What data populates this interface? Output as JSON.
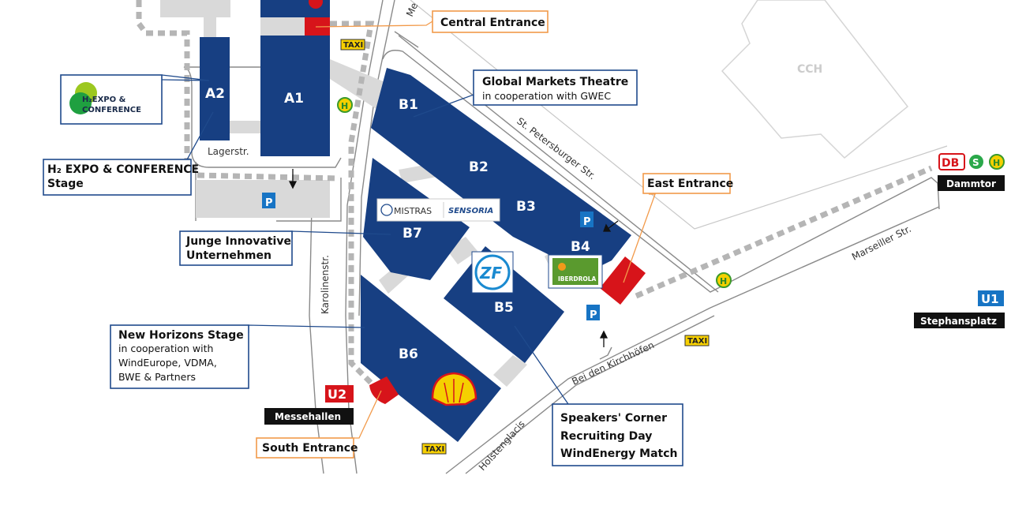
{
  "halls": {
    "a1": "A1",
    "a2": "A2",
    "b1": "B1",
    "b2": "B2",
    "b3": "B3",
    "b4": "B4",
    "b5": "B5",
    "b6": "B6",
    "b7": "B7",
    "cch": "CCH"
  },
  "streets": {
    "lagerstr": "Lagerstr.",
    "karolinenstr": "Karolinenstr.",
    "st_petersburger": "St. Petersburger Str.",
    "marseiller": "Marseiller Str.",
    "bei_den_kirchhoefen": "Bei den Kirchhöfen",
    "holstenglacis": "Holstenglacis",
    "messeplatz_partial": "Me"
  },
  "callouts": {
    "central_entrance": "Central Entrance",
    "east_entrance": "East Entrance",
    "south_entrance": "South Entrance",
    "global_markets": {
      "title": "Global Markets Theatre",
      "sub": "in cooperation with GWEC"
    },
    "h2_stage": {
      "line1": "H₂ EXPO & CONFERENCE",
      "line2": "Stage"
    },
    "junge": {
      "line1": "Junge Innovative",
      "line2": "Unternehmen"
    },
    "new_horizons": {
      "title": "New Horizons Stage",
      "sub1": "in cooperation with",
      "sub2": "WindEurope, VDMA,",
      "sub3": "BWE & Partners"
    },
    "speakers": {
      "line1": "Speakers' Corner",
      "line2": "Recruiting Day",
      "line3": "WindEnergy Match"
    }
  },
  "logos": {
    "h2expo_line1": "H₂EXPO &",
    "h2expo_line2": "CONFERENCE",
    "mistras": "MISTRAS",
    "sensoria": "SENSORIA",
    "zf": "ZF",
    "iberdrola": "IBERDROLA",
    "shell": "Shell"
  },
  "transit": {
    "taxi": "TAXI",
    "parking": "P",
    "bus": "H",
    "db": "DB",
    "sbahn": "S",
    "dammtor": "Dammtor",
    "u1": "U1",
    "stephansplatz": "Stephansplatz",
    "u2": "U2",
    "messehallen": "Messehallen"
  },
  "colors": {
    "hall": "#173f82",
    "entrance": "#d7141a",
    "callout_border": "#1f4a8c",
    "entrance_border": "#f29a4a",
    "taxi": "#f7d000",
    "parking": "#1774c4"
  }
}
